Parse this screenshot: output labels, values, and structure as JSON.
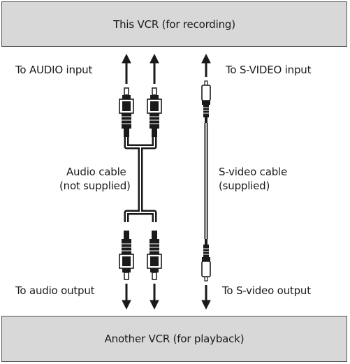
{
  "top_device": {
    "label": "This VCR (for recording)"
  },
  "bottom_device": {
    "label": "Another VCR (for playback)"
  },
  "labels": {
    "audio_input": "To AUDIO input",
    "svideo_input": "To S-VIDEO input",
    "audio_cable_line1": "Audio cable",
    "audio_cable_line2": "(not supplied)",
    "svideo_cable_line1": "S-video cable",
    "svideo_cable_line2": "(supplied)",
    "audio_output": "To audio output",
    "svideo_output": "To S-video output"
  }
}
